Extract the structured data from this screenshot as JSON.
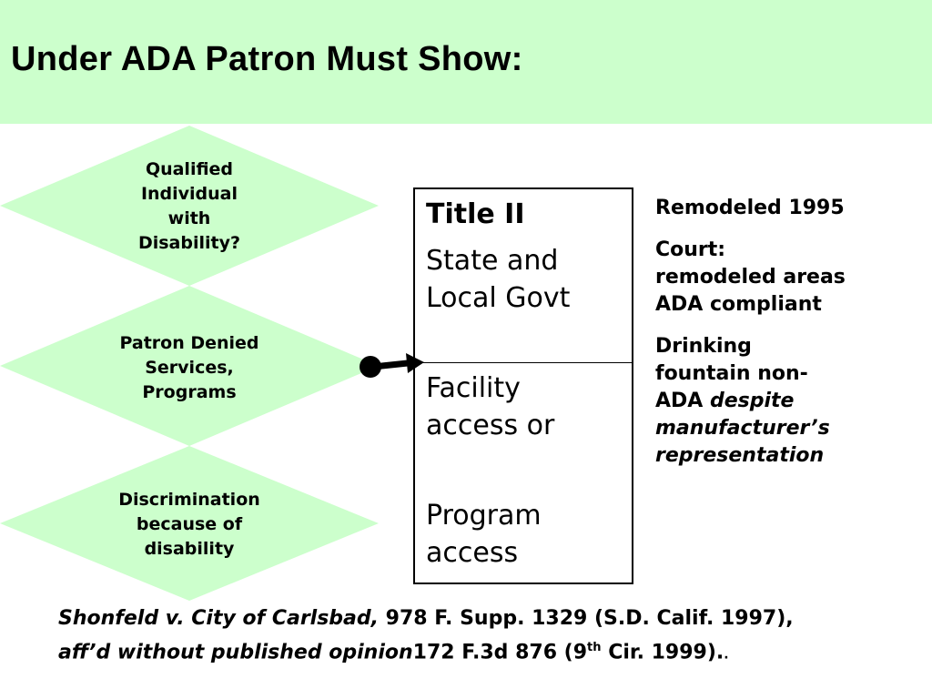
{
  "title": "Under ADA Patron Must Show:",
  "diamonds": [
    {
      "lines": [
        "Qualified",
        "Individual",
        "with",
        "Disability?"
      ]
    },
    {
      "lines": [
        "Patron Denied",
        "Services,",
        "Programs"
      ]
    },
    {
      "lines": [
        "Discrimination",
        "because of",
        "disability"
      ]
    }
  ],
  "box": {
    "title": "Title II",
    "subtitle": [
      "State and",
      "Local Govt"
    ],
    "lower_a": [
      "Facility",
      "access or"
    ],
    "lower_b": [
      "Program",
      "access"
    ]
  },
  "notes": {
    "remodeled": "Remodeled 1995",
    "court_label": "Court:",
    "court_lines": [
      "remodeled areas",
      "ADA compliant"
    ],
    "fountain_lines": [
      "Drinking",
      "fountain non-"
    ],
    "fountain_ada": "ADA ",
    "fountain_italic": [
      "despite",
      "manufacturer’s",
      "representation"
    ]
  },
  "citation": {
    "case_italic": "Shonfeld v. City of Carlsbad,",
    "reporter": " 978 F. Supp. 1329 (S.D. Calif. 1997),",
    "affd_italic": "aff’d without published opinion",
    "appeal": "172 F.3d 876 (9",
    "th": "th",
    "circuit": " Cir. 1999).",
    "trailing_mark": "."
  },
  "colors": {
    "header_bg": "#ccffcc",
    "diamond_fill": "#ccffcc",
    "text": "#000000"
  }
}
